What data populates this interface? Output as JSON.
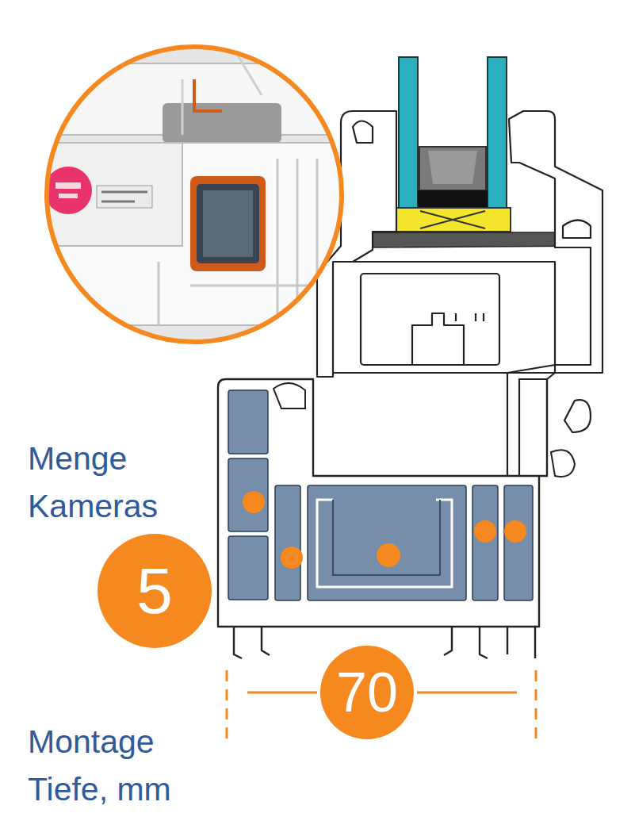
{
  "diagram": {
    "nodes": [
      {
        "text": [
          "5"
        ]
      },
      {
        "text": [
          "70"
        ]
      }
    ],
    "labels": [
      "Menge Kameras",
      "Montage Tiefe, mm"
    ]
  }
}
